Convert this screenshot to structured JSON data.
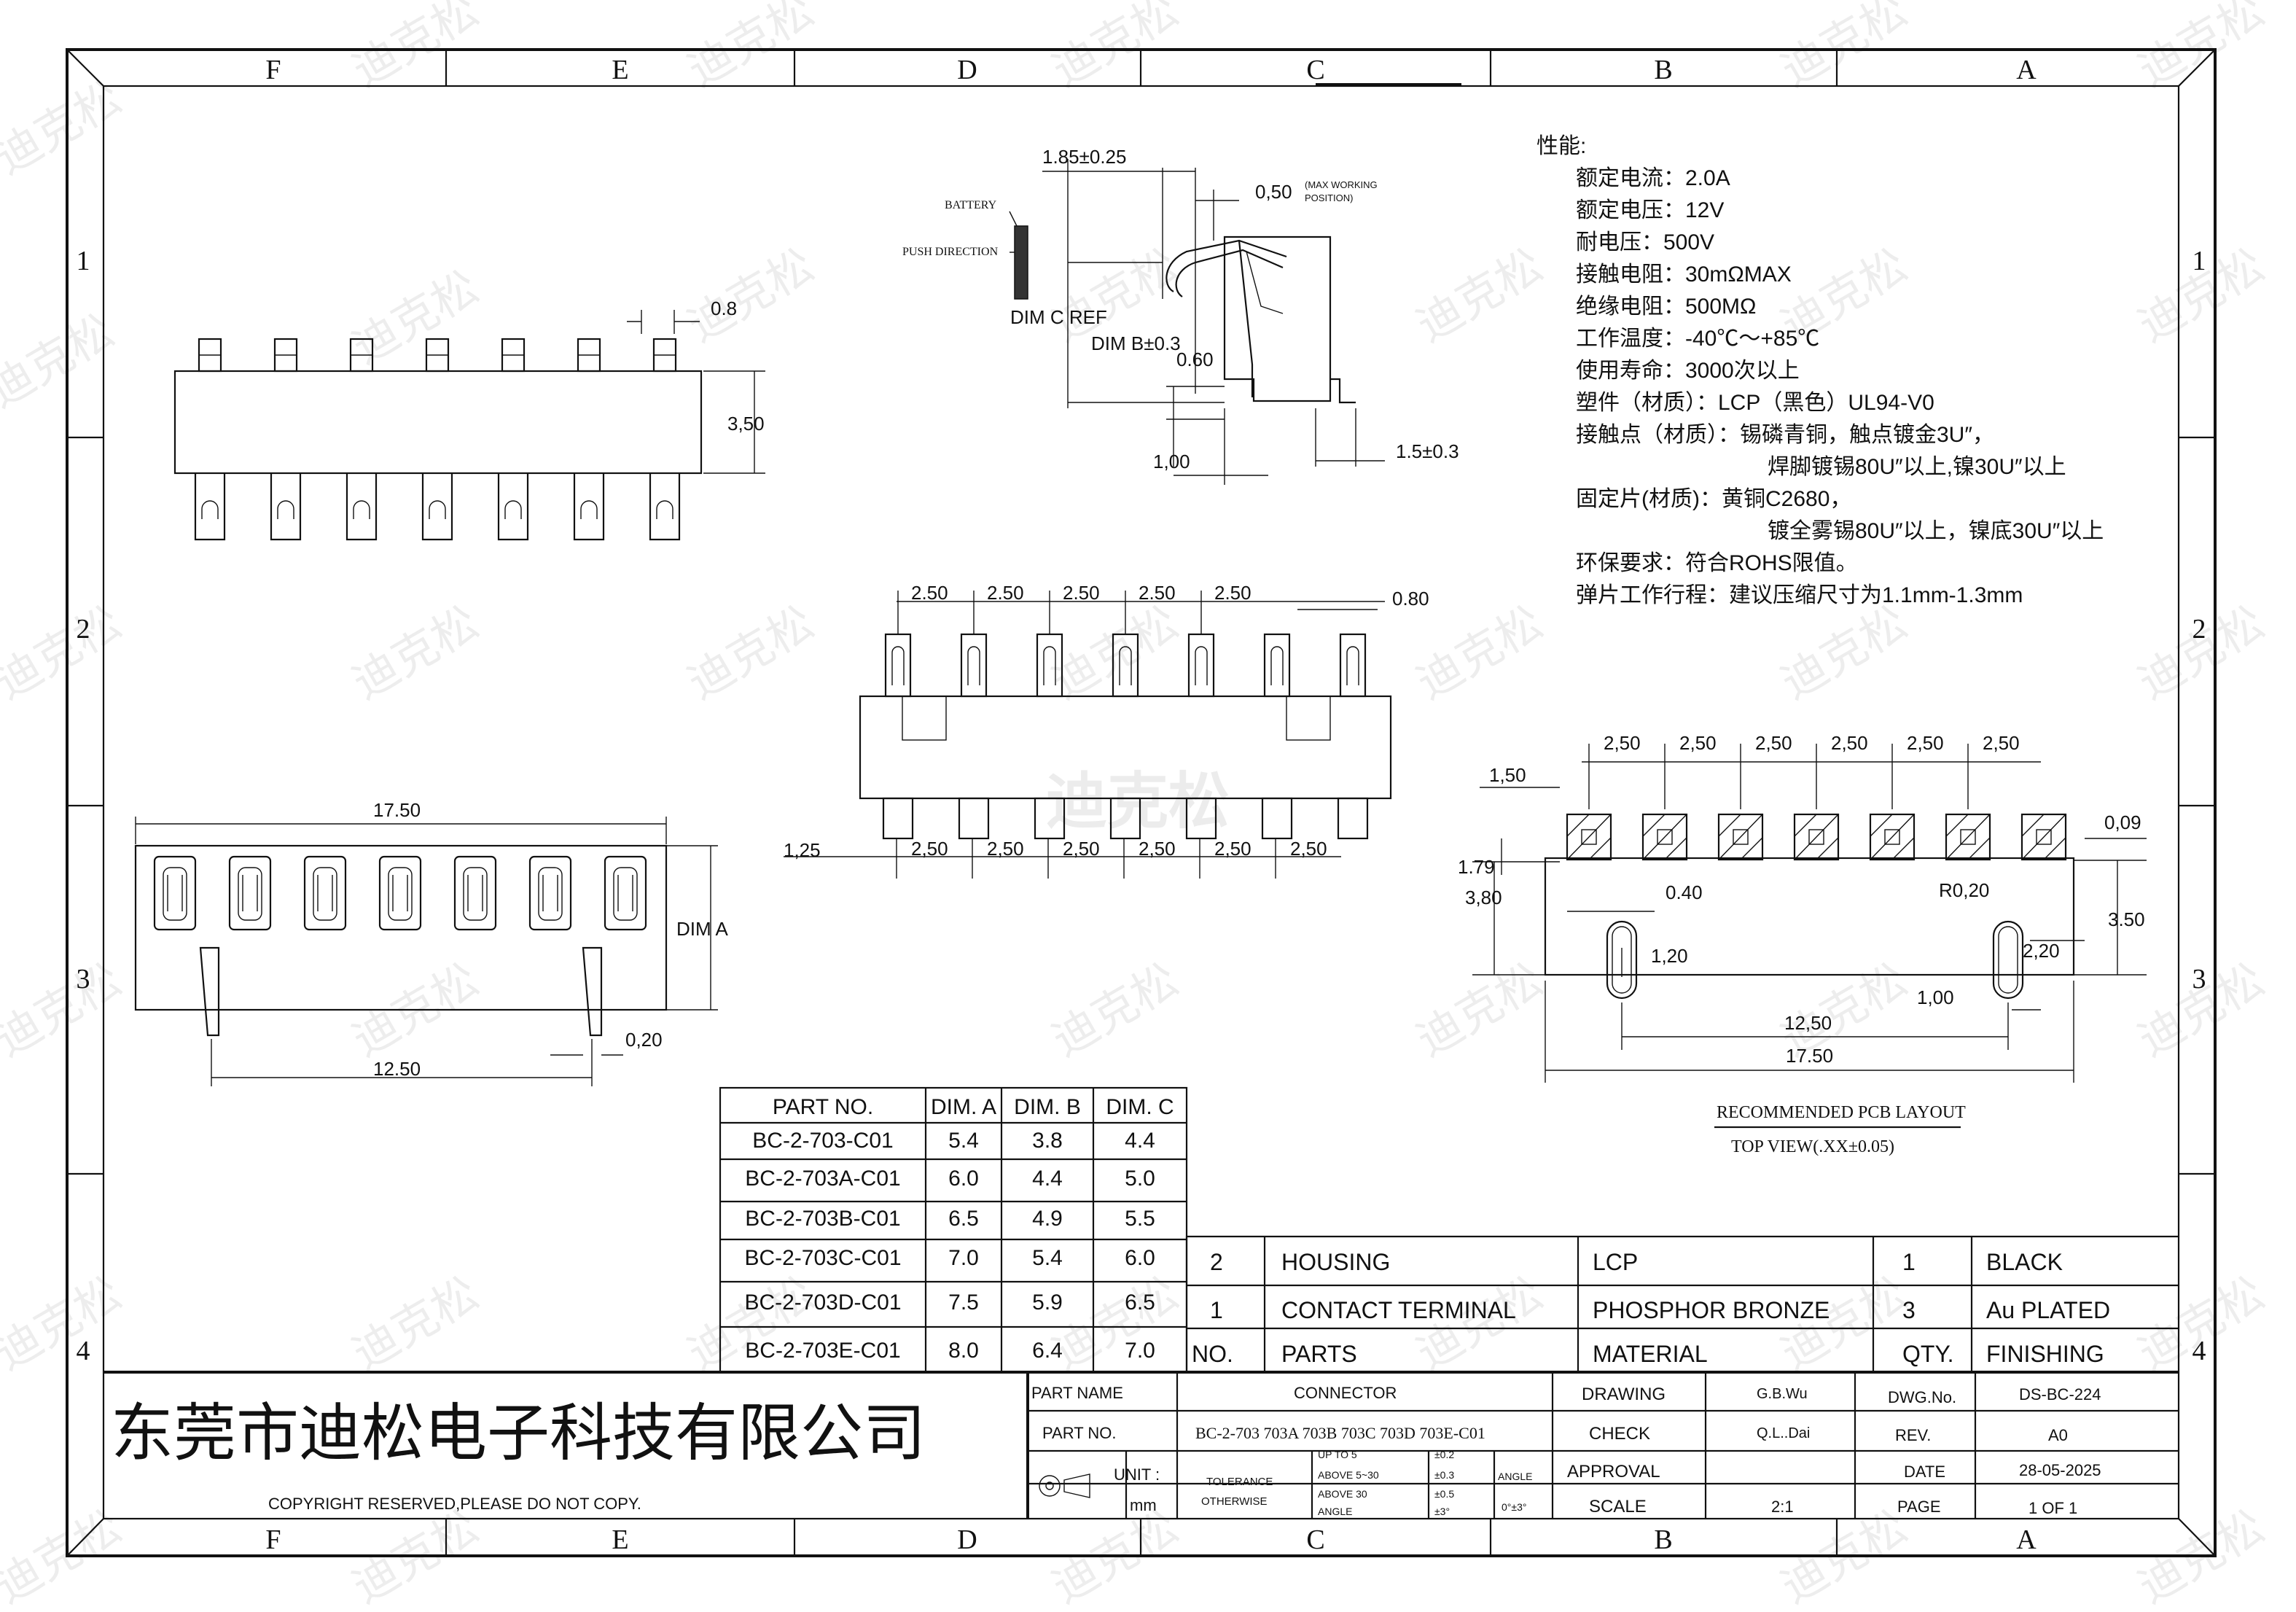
{
  "zones": {
    "columns": [
      "F",
      "E",
      "D",
      "C",
      "B",
      "A"
    ],
    "rows": [
      "1",
      "2",
      "3",
      "4"
    ]
  },
  "watermark": {
    "text": "迪克松",
    "center_text": "迪克松"
  },
  "specs": {
    "title": "性能:",
    "lines": [
      "额定电流：2.0A",
      "额定电压：12V",
      "耐电压：500V",
      "接触电阻：30mΩMAX",
      "绝缘电阻：500MΩ",
      "工作温度：-40℃～+85℃",
      "使用寿命：3000次以上",
      "塑件（材质）：LCP（黑色）UL94-V0",
      "接触点（材质）：锡磷青铜，触点镀金3U″，",
      "焊脚镀锡80U″以上,镍30U″以上",
      "固定片(材质)：黄铜C2680，",
      "镀全雾锡80U″以上，镍底30U″以上",
      "环保要求：符合ROHS限值。",
      "弹片工作行程：建议压缩尺寸为1.1mm-1.3mm"
    ]
  },
  "top_view": {
    "dim_pin_width": "0.8",
    "dim_height": "3,50"
  },
  "side_view": {
    "dim_top": "1.85±0.25",
    "dim_working": "0,50",
    "working_note_1": "(MAX WORKING",
    "working_note_2": "POSITION)",
    "battery": "BATTERY",
    "push_direction": "PUSH DIRECTION",
    "dim_c": "DIM C REF",
    "dim_b": "DIM B±0.3",
    "dim_060": "0.60",
    "dim_100": "1,00",
    "dim_tail": "1.5±0.3"
  },
  "front_view": {
    "top_pitch": [
      "2.50",
      "2.50",
      "2.50",
      "2.50",
      "2.50"
    ],
    "top_right": "0.80",
    "bottom_left": "1,25",
    "bottom_pitch": [
      "2,50",
      "2,50",
      "2,50",
      "2,50",
      "2,50",
      "2,50"
    ]
  },
  "bottom_view": {
    "overall": "17.50",
    "dim_a": "DIM A",
    "dim_020": "0,20",
    "span": "12.50"
  },
  "pcb": {
    "pitch": [
      "2,50",
      "2,50",
      "2,50",
      "2,50",
      "2,50",
      "2,50"
    ],
    "dim_150": "1,50",
    "dim_179": "1.79",
    "dim_380": "3,80",
    "dim_040": "0.40",
    "dim_120": "1,20",
    "dim_r020": "R0,20",
    "dim_220": "2,20",
    "dim_100": "1,00",
    "dim_009": "0,09",
    "dim_350": "3.50",
    "dim_1250": "12,50",
    "dim_1750": "17.50",
    "caption_1": "RECOMMENDED PCB LAYOUT",
    "caption_2": "TOP VIEW(.XX±0.05)"
  },
  "dim_table": {
    "headers": [
      "PART NO.",
      "DIM. A",
      "DIM. B",
      "DIM. C"
    ],
    "rows": [
      [
        "BC-2-703-C01",
        "5.4",
        "3.8",
        "4.4"
      ],
      [
        "BC-2-703A-C01",
        "6.0",
        "4.4",
        "5.0"
      ],
      [
        "BC-2-703B-C01",
        "6.5",
        "4.9",
        "5.5"
      ],
      [
        "BC-2-703C-C01",
        "7.0",
        "5.4",
        "6.0"
      ],
      [
        "BC-2-703D-C01",
        "7.5",
        "5.9",
        "6.5"
      ],
      [
        "BC-2-703E-C01",
        "8.0",
        "6.4",
        "7.0"
      ]
    ]
  },
  "bom": {
    "rows": [
      [
        "2",
        "HOUSING",
        "LCP",
        "1",
        "BLACK"
      ],
      [
        "1",
        "CONTACT TERMINAL",
        "PHOSPHOR BRONZE",
        "3",
        "Au PLATED"
      ],
      [
        "NO.",
        "PARTS",
        "MATERIAL",
        "QTY.",
        "FINISHING"
      ]
    ]
  },
  "title_block": {
    "company": "东莞市迪松电子科技有限公司",
    "copyright": "COPYRIGHT RESERVED,PLEASE DO NOT COPY.",
    "part_name_label": "PART NAME",
    "part_name": "CONNECTOR",
    "part_no_label": "PART NO.",
    "part_no": "BC-2-703 703A 703B 703C 703D 703E-C01",
    "unit_label": "UNIT :",
    "unit": "mm",
    "tolerance_1": "TOLERANCE",
    "tolerance_2": "OTHERWISE",
    "tol_rows": [
      [
        "UP TO 5",
        "±0.2"
      ],
      [
        "ABOVE 5~30",
        "±0.3"
      ],
      [
        "ABOVE 30",
        "±0.5"
      ],
      [
        "ANGLE",
        "±3°"
      ]
    ],
    "angle_label": "ANGLE",
    "angle_value": "0°±3°",
    "drawing_label": "DRAWING",
    "drawing": "G.B.Wu",
    "check_label": "CHECK",
    "check": "Q.L..Dai",
    "approval_label": "APPROVAL",
    "scale_label": "SCALE",
    "scale": "2:1",
    "dwg_label": "DWG.No.",
    "dwg": "DS-BC-224",
    "rev_label": "REV.",
    "rev": "A0",
    "date_label": "DATE",
    "date": "28-05-2025",
    "page_label": "PAGE",
    "page": "1 OF 1"
  }
}
